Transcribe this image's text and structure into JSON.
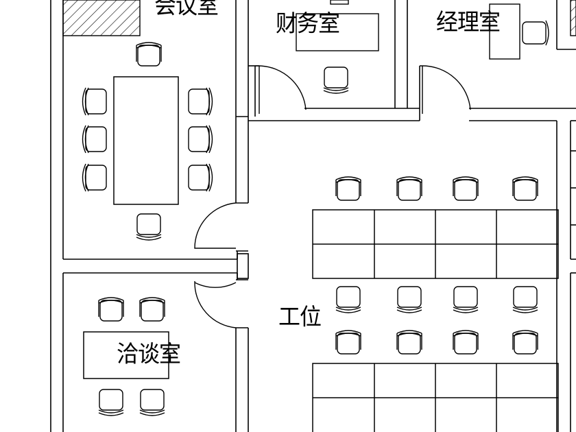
{
  "rooms": {
    "conference": "会议室",
    "finance": "财务室",
    "manager": "经理室",
    "meeting": "洽谈室",
    "workstations": "工位"
  },
  "colors": {
    "line": "#000000",
    "background": "#ffffff"
  }
}
